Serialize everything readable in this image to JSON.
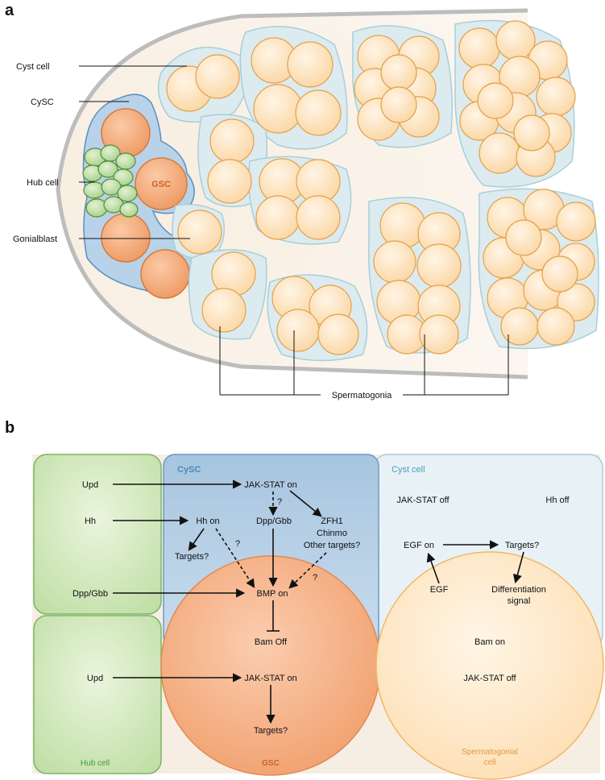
{
  "panel_a": {
    "letter": "a",
    "labels": {
      "cyst_cell": "Cyst cell",
      "cysc": "CySC",
      "hub_cell": "Hub cell",
      "gonialblast": "Gonialblast",
      "gsc": "GSC",
      "spermatogonia": "Spermatogonia"
    }
  },
  "panel_b": {
    "letter": "b",
    "hub_upper": {
      "upd": "Upd",
      "hh": "Hh",
      "dpp": "Dpp/Gbb"
    },
    "hub_lower": {
      "upd": "Upd",
      "label": "Hub cell"
    },
    "cysc": {
      "title": "CySC",
      "jak_stat": "JAK-STAT on",
      "hh_on": "Hh on",
      "dpp": "Dpp/Gbb",
      "zfh1": "ZFH1",
      "chinmo": "Chinmo",
      "other": "Other targets?",
      "targets": "Targets?",
      "q": "?"
    },
    "gsc": {
      "bmp": "BMP on",
      "bam": "Bam Off",
      "jak_stat": "JAK-STAT on",
      "targets": "Targets?",
      "label": "GSC"
    },
    "cyst": {
      "title": "Cyst cell",
      "jak_off": "JAK-STAT off",
      "hh_off": "Hh off",
      "egf_on": "EGF on",
      "targets": "Targets?",
      "egf": "EGF",
      "diff1": "Differentiation",
      "diff2": "signal"
    },
    "spermatogonial": {
      "bam": "Bam on",
      "jak_off": "JAK-STAT off",
      "label1": "Spermatogonial",
      "label2": "cell"
    }
  },
  "colors": {
    "hub_green": "#c5dfa8",
    "cysc_blue": "#aac6df",
    "gsc_orange": "#f2a97c",
    "cyst_light": "#e6f1f5",
    "sperm_cream": "#fde5c0",
    "outline_orange": "#e2a14a",
    "label_blue": "#4a8ab8",
    "label_orange": "#c9632a",
    "label_green": "#3f9a3f"
  }
}
